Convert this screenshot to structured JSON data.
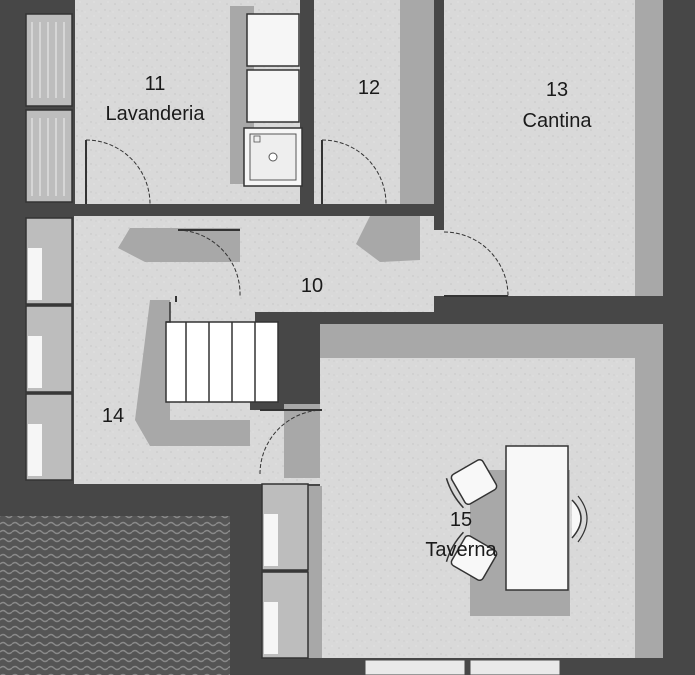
{
  "rooms": [
    {
      "number": "11",
      "name": "Lavanderia"
    },
    {
      "number": "12",
      "name": ""
    },
    {
      "number": "13",
      "name": "Cantina"
    },
    {
      "number": "10",
      "name": ""
    },
    {
      "number": "14",
      "name": ""
    },
    {
      "number": "15",
      "name": "Taverna"
    }
  ],
  "colors": {
    "wall": "#474747",
    "floor": "#d9d9d9",
    "shadow": "#a8a8a8",
    "cabinet": "#bdbdbd",
    "fixture": "#f6f6f6",
    "terrace": "#5a5a5a"
  }
}
